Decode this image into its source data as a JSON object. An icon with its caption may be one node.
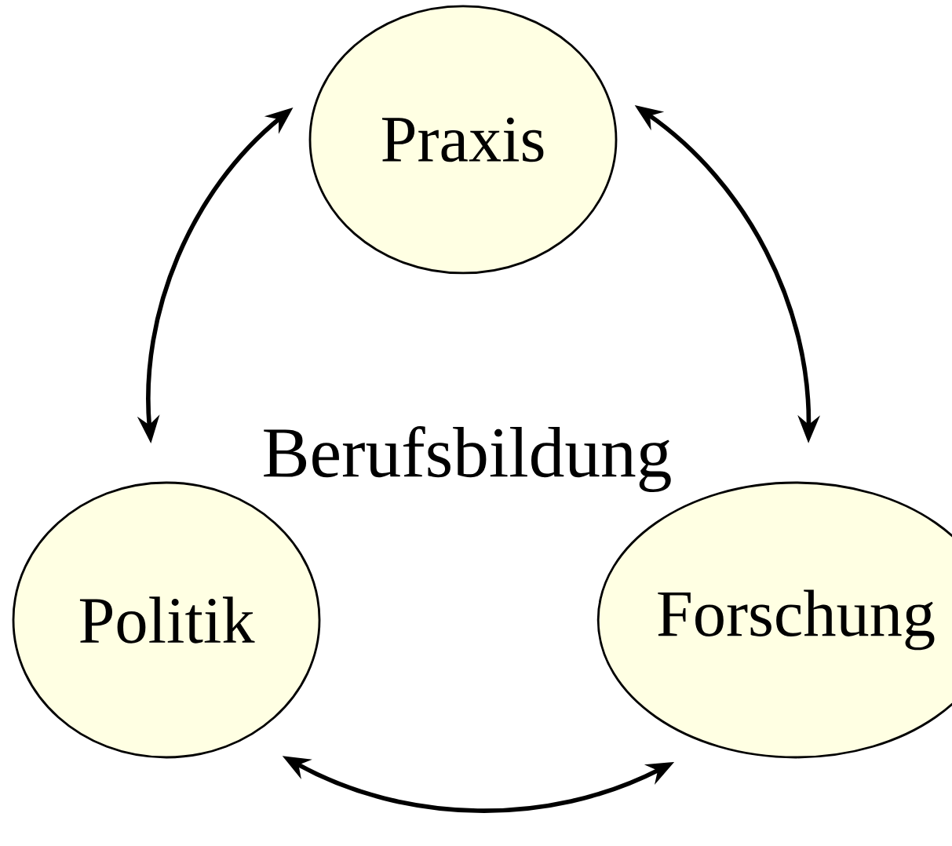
{
  "diagram": {
    "nodes": [
      {
        "text": [
          "Praxis"
        ]
      },
      {
        "text": [
          "Politik"
        ]
      },
      {
        "text": [
          "Forschung"
        ]
      }
    ],
    "edges": [
      {
        "from": 0,
        "to": 1,
        "arrow": "both"
      },
      {
        "from": 0,
        "to": 2,
        "arrow": "both"
      },
      {
        "from": 1,
        "to": 2,
        "arrow": "both"
      }
    ],
    "labels": [
      "Berufsbildung"
    ]
  }
}
